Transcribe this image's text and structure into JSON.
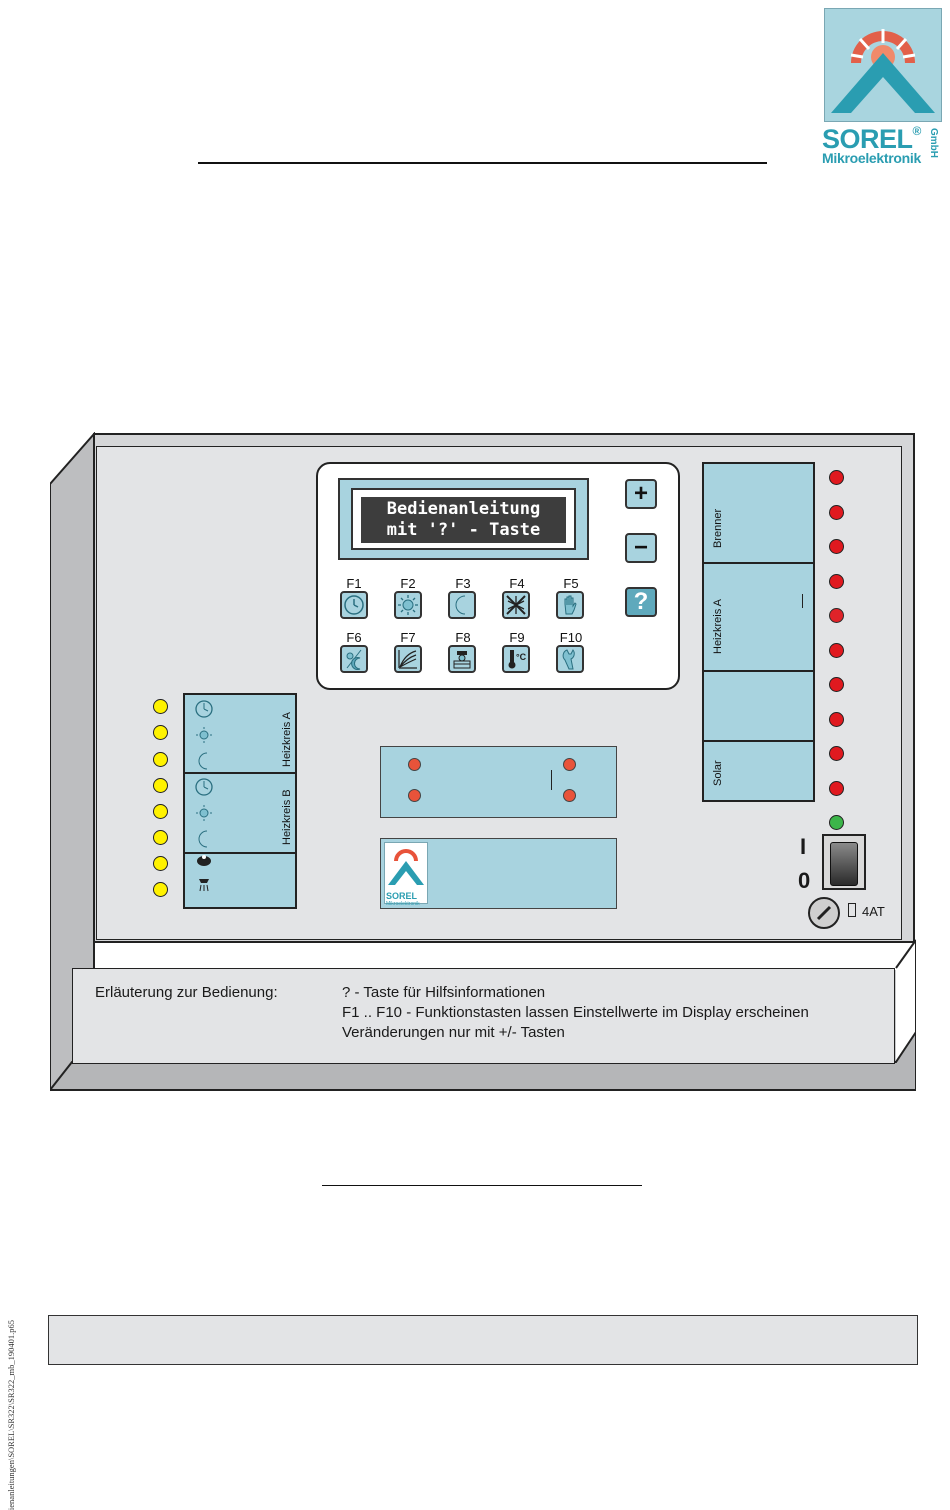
{
  "logo": {
    "brand": "SOREL",
    "brand_mark": "®",
    "subtitle": "Mikroelektronik",
    "gmbh": "GmbH"
  },
  "display": {
    "line1": "Bedienanleitung",
    "line2": "mit '?' - Taste"
  },
  "function_keys": [
    {
      "label": "F1",
      "icon": "clock-icon"
    },
    {
      "label": "F2",
      "icon": "sun-icon"
    },
    {
      "label": "F3",
      "icon": "moon-icon"
    },
    {
      "label": "F4",
      "icon": "frost-off-icon"
    },
    {
      "label": "F5",
      "icon": "hand-icon"
    },
    {
      "label": "F6",
      "icon": "sun-moon-icon"
    },
    {
      "label": "F7",
      "icon": "heating-curve-icon"
    },
    {
      "label": "F8",
      "icon": "chimney-sweep-icon"
    },
    {
      "label": "F9",
      "icon": "thermometer-icon"
    },
    {
      "label": "F10",
      "icon": "wrench-icon"
    }
  ],
  "side_keys": {
    "plus": "+",
    "minus": "−",
    "help": "?"
  },
  "relay_labels": {
    "burner": "Brenner",
    "circuit_a": "Heizkreis A",
    "solar": "Solar"
  },
  "left_labels": {
    "circuit_a": "Heizkreis A",
    "circuit_b": "Heizkreis B"
  },
  "switch": {
    "on": "I",
    "off": "0"
  },
  "fuse": {
    "label": "4AT"
  },
  "instructions": {
    "title": "Erläuterung zur Bedienung:",
    "lines": [
      "? - Taste für Hilfsinformationen",
      "F1 .. F10 - Funktionstasten lassen Einstellwerte im Display erscheinen",
      "Veränderungen nur mit +/- Tasten"
    ]
  },
  "file_path": "ienanleitungen\\SOREL\\SR322\\SR322_mb_190401.p65",
  "colors": {
    "accent_blue": "#2a9db1",
    "panel_blue": "#a8d3df",
    "led_red": "#e0191f",
    "led_yellow": "#fff200",
    "led_green": "#3cb54a"
  }
}
